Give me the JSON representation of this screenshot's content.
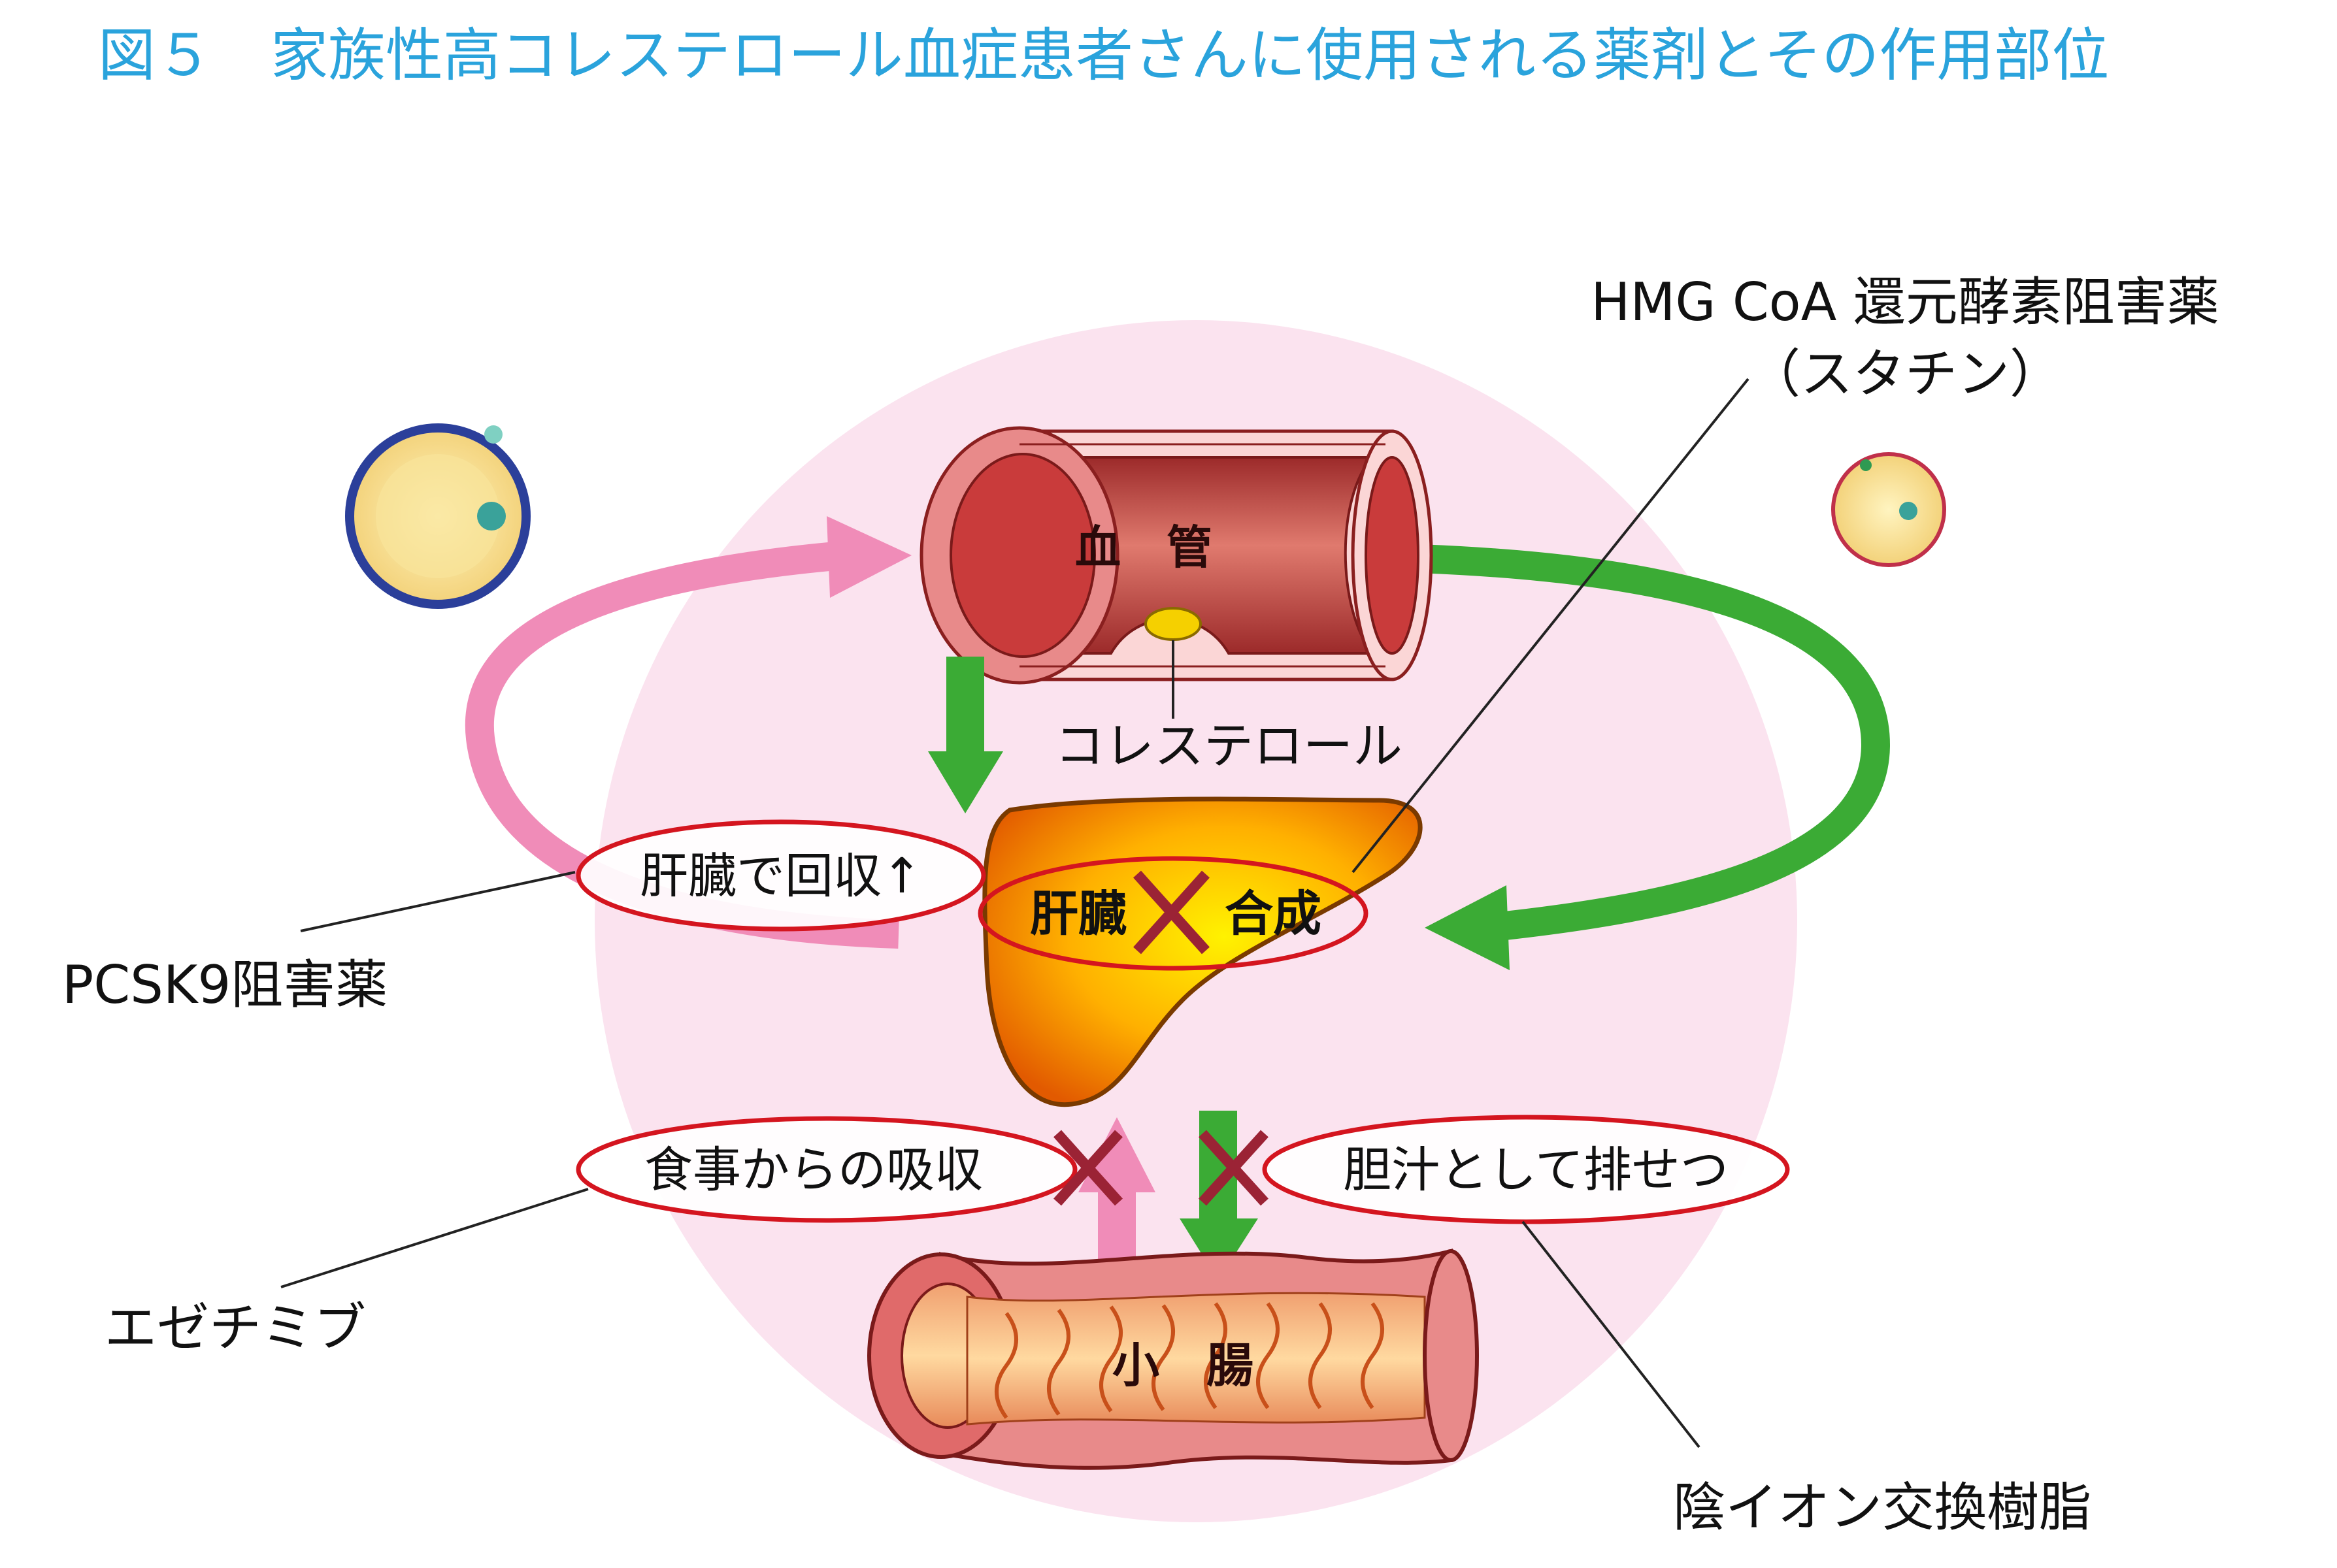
{
  "title": "図５　家族性高コレステロール血症患者さんに使用される薬剤とその作用部位",
  "labels": {
    "blood_vessel": "血　管",
    "cholesterol": "コレステロール",
    "liver_uptake": "肝臓で回収↑",
    "liver_synthesis_left": "肝臓",
    "liver_synthesis_right": "合成",
    "intestine": "小　腸",
    "dietary_absorption": "食事からの吸収",
    "bile_excretion": "胆汁として排せつ"
  },
  "drugs": {
    "statin_line1": "HMG CoA 還元酵素阻害薬",
    "statin_line2": "（スタチン）",
    "pcsk9": "PCSK9阻害薬",
    "ezetimibe": "エゼチミブ",
    "resin": "陰イオン交換樹脂"
  },
  "colors": {
    "title": "#2aa3dc",
    "background_circle": "#fbe3ef",
    "pink_arrow": "#f08cb8",
    "green_arrow": "#3bab35",
    "ellipse_outline": "#d4151f",
    "cross_mark": "#9b2335",
    "vessel": "#c84a4a",
    "liver": "#f6a800"
  }
}
